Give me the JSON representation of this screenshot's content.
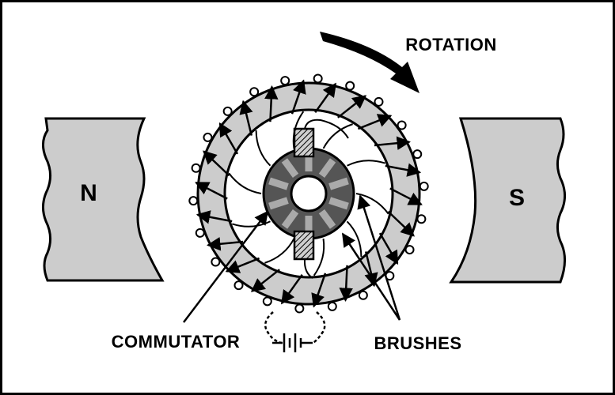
{
  "labels": {
    "north_pole": "N",
    "south_pole": "S",
    "rotation": "ROTATION",
    "commutator": "COMMUTATOR",
    "brushes": "BRUSHES"
  },
  "colors": {
    "background": "#ffffff",
    "frame": "#000000",
    "gray_fill": "#cccccc",
    "commutator_dark": "#555555",
    "ink": "#000000"
  }
}
